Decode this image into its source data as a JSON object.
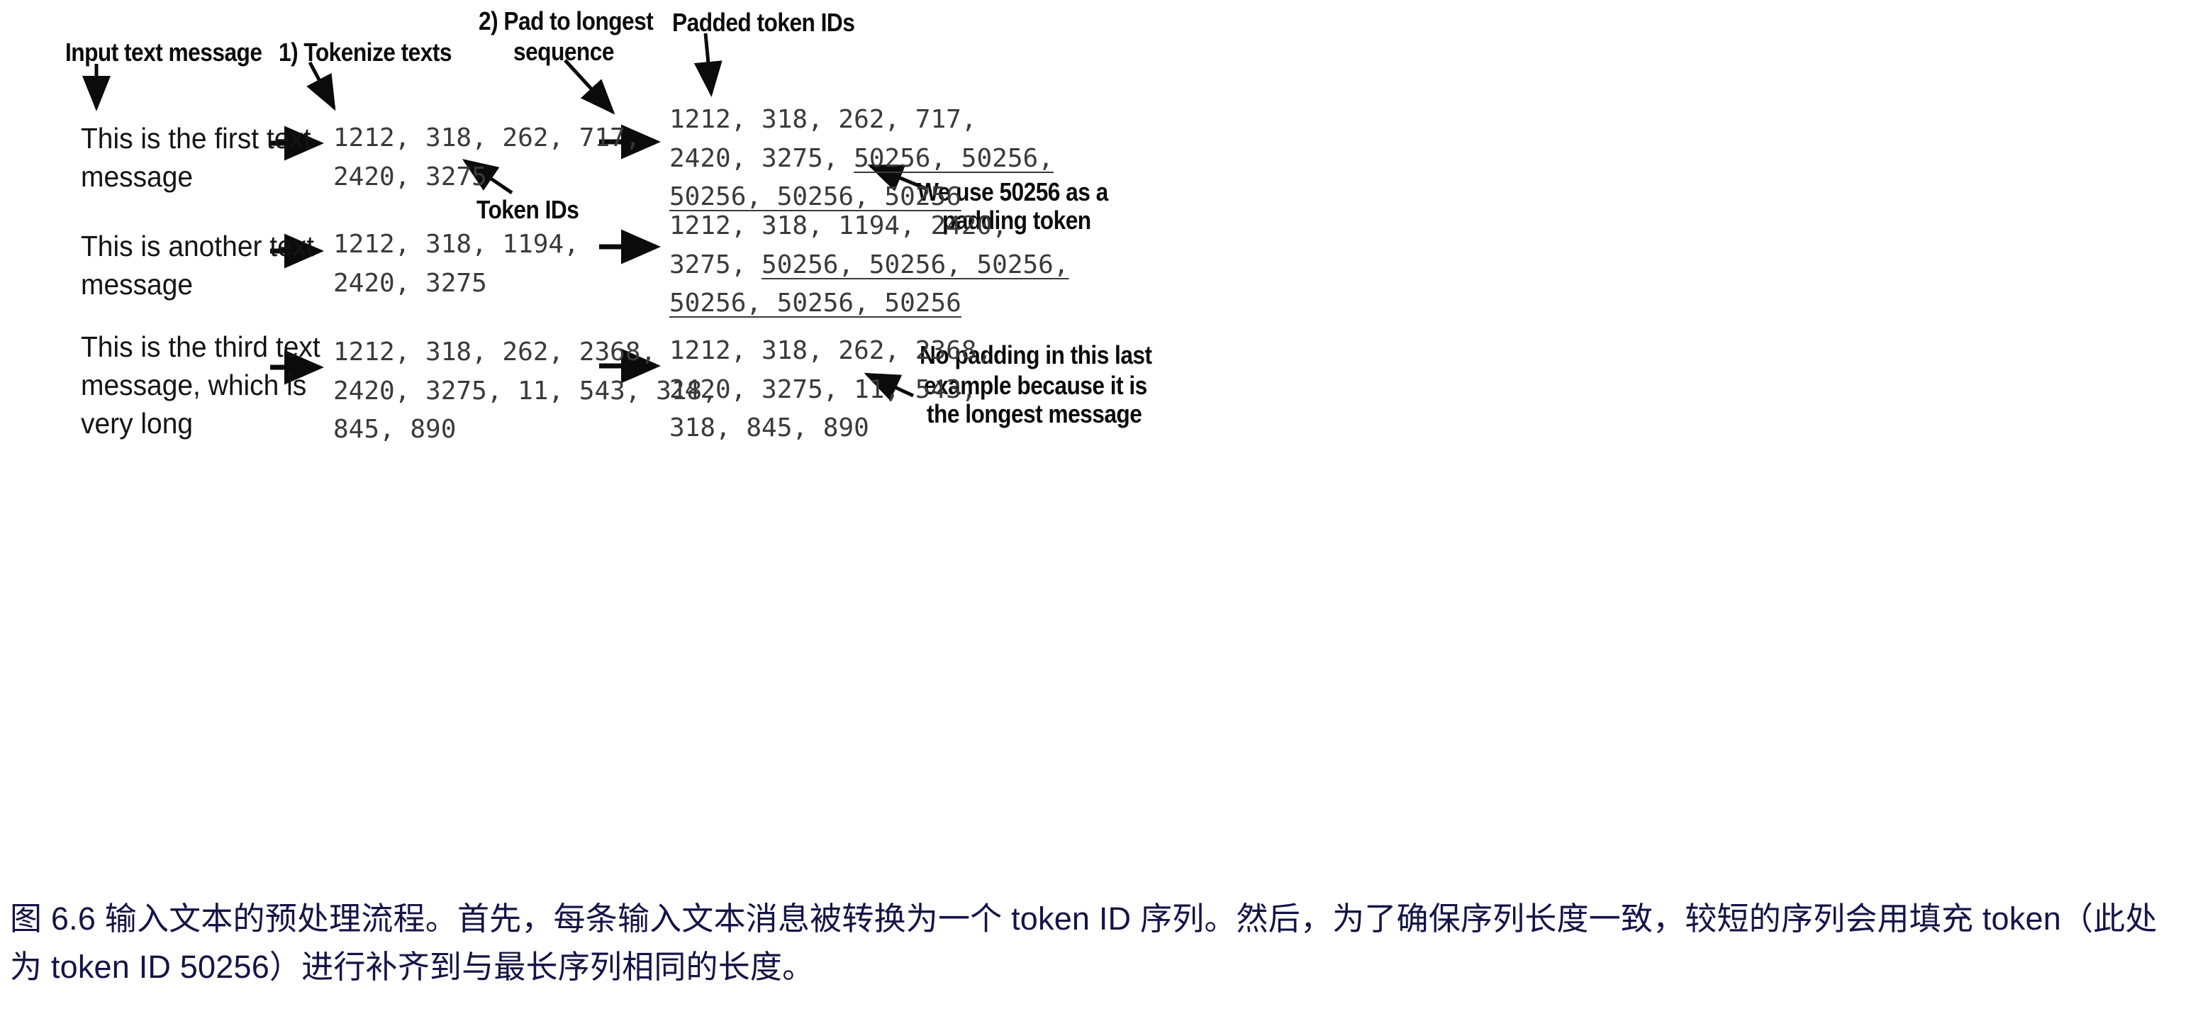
{
  "figure": {
    "labels": {
      "input_text_message": "Input text message",
      "tokenize_texts": "1) Tokenize texts",
      "pad_to_longest_line1": "2) Pad to longest",
      "pad_to_longest_line2": "sequence",
      "padded_token_ids": "Padded token IDs",
      "token_ids": "Token IDs",
      "note_padding_line1": "We use 50256 as a",
      "note_padding_line2": "padding token",
      "note_no_padding_line1": "No padding in this last",
      "note_no_padding_line2": "example because it is",
      "note_no_padding_line3": "the longest message"
    },
    "rows": [
      {
        "message": "This is the first text\nmessage",
        "token_ids_lines": [
          "1212, 318, 262, 717,",
          "2420, 3275"
        ],
        "padded_lines": [
          [
            {
              "t": "1212, 318, 262, 717,",
              "pad": false
            }
          ],
          [
            {
              "t": "2420, 3275, ",
              "pad": false
            },
            {
              "t": "50256, 50256,",
              "pad": true
            }
          ],
          [
            {
              "t": "50256, 50256, 50256",
              "pad": true
            }
          ]
        ]
      },
      {
        "message": "This is another text\nmessage",
        "token_ids_lines": [
          "1212, 318, 1194,",
          "2420, 3275"
        ],
        "padded_lines": [
          [
            {
              "t": "1212, 318, 1194, 2420,",
              "pad": false
            }
          ],
          [
            {
              "t": "3275, ",
              "pad": false
            },
            {
              "t": "50256, 50256, 50256,",
              "pad": true
            }
          ],
          [
            {
              "t": "50256, 50256, 50256",
              "pad": true
            }
          ]
        ]
      },
      {
        "message": "This is the third text\nmessage, which is\nvery long",
        "token_ids_lines": [
          "1212, 318, 262, 2368,",
          "2420, 3275, 11, 543, 318,",
          "845, 890"
        ],
        "padded_lines": [
          [
            {
              "t": "1212, 318, 262, 2368,",
              "pad": false
            }
          ],
          [
            {
              "t": "2420, 3275, 11, 543,",
              "pad": false
            }
          ],
          [
            {
              "t": "318, 845, 890",
              "pad": false
            }
          ]
        ]
      }
    ],
    "padding_token_id": "50256",
    "colors": {
      "ink": "#0b0b0b",
      "token_text": "#3a3a3a",
      "caption": "#141446",
      "background": "#ffffff"
    }
  },
  "caption": {
    "text": "图 6.6 输入文本的预处理流程。首先，每条输入文本消息被转换为一个 token ID 序列。然后，为了确保序列长度一致，较短的序列会用填充 token（此处为 token ID 50256）进行补齐到与最长序列相同的长度。"
  }
}
